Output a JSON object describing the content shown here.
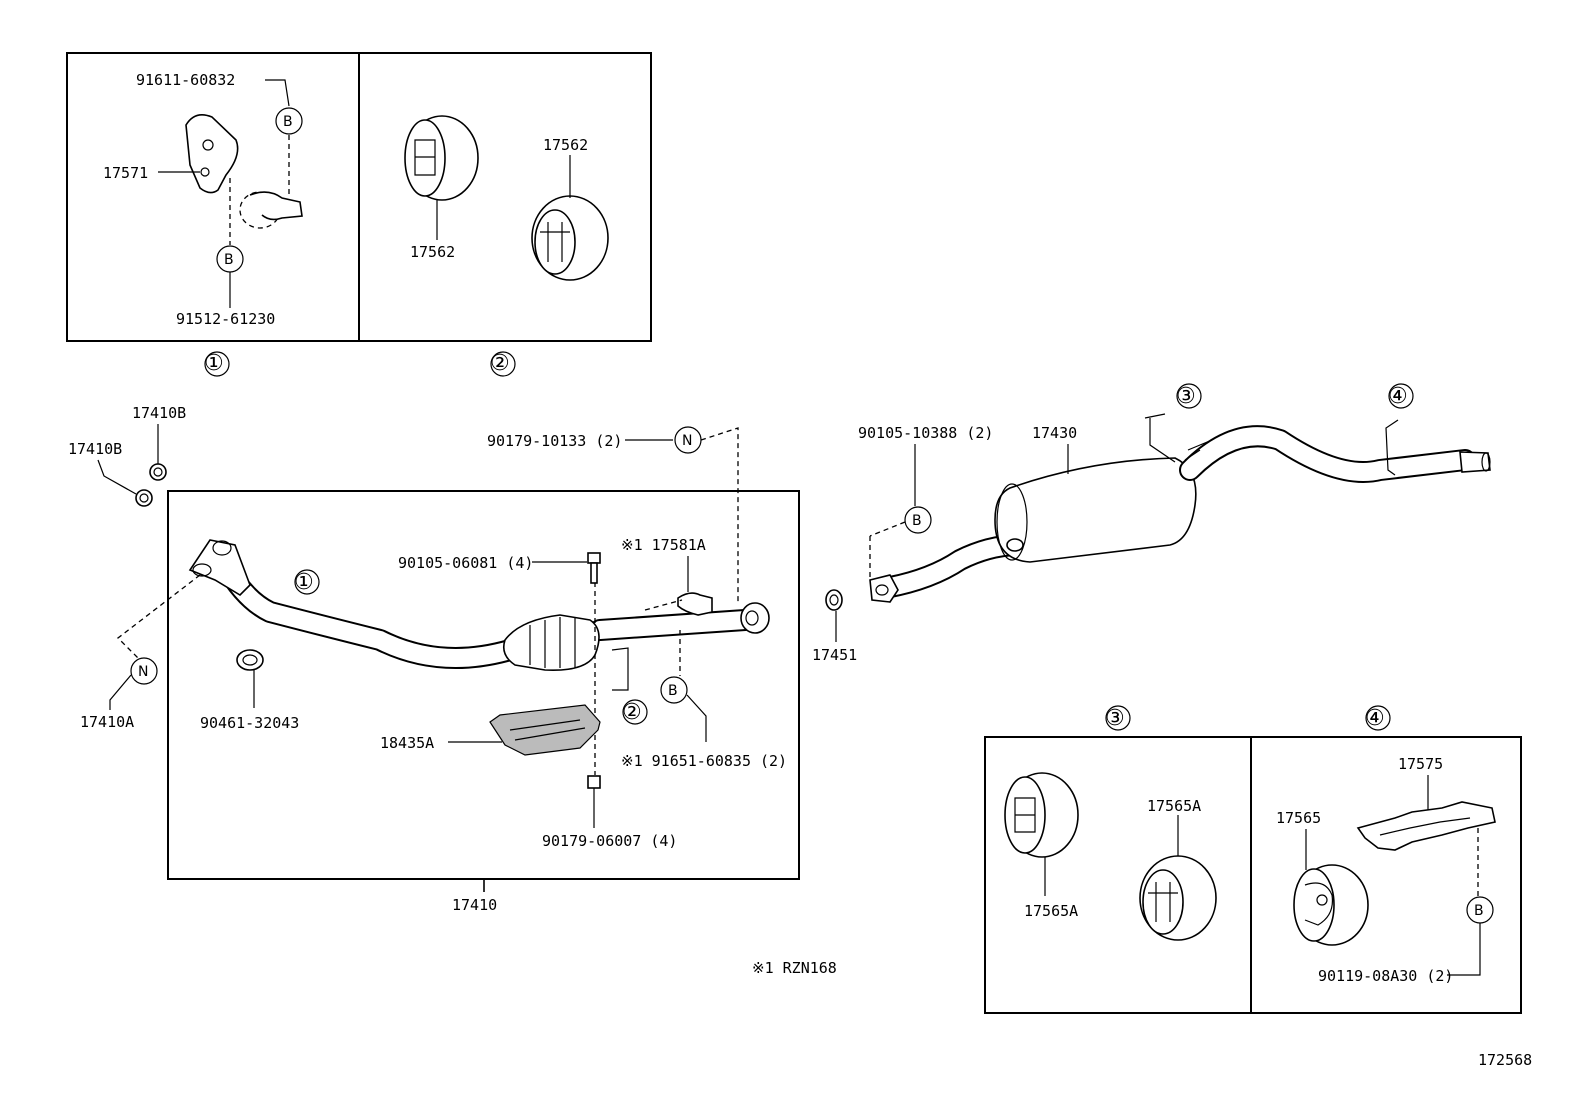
{
  "sections": {
    "s1": "①",
    "s2": "②",
    "s3": "③",
    "s4": "④"
  },
  "balloons": {
    "B": "B",
    "N": "N"
  },
  "parts": {
    "p_91611_60832": "91611-60832",
    "p_17571": "17571",
    "p_91512_61230": "91512-61230",
    "p_17562_a": "17562",
    "p_17562_b": "17562",
    "p_17410B_a": "17410B",
    "p_17410B_b": "17410B",
    "p_17410A": "17410A",
    "p_90179_10133": "90179-10133 (2)",
    "p_90105_06081": "90105-06081 (4)",
    "p_17581A": "※1 17581A",
    "p_90461_32043": "90461-32043",
    "p_18435A": "18435A",
    "p_91651_60835": "※1 91651-60835 (2)",
    "p_90179_06007": "90179-06007 (4)",
    "p_17410": "17410",
    "p_90105_10388": "90105-10388 (2)",
    "p_17430": "17430",
    "p_17451": "17451",
    "p_17565A_a": "17565A",
    "p_17565A_b": "17565A",
    "p_17565": "17565",
    "p_17575": "17575",
    "p_90119_08A30": "90119-08A30 (2)"
  },
  "note": "※1 RZN168",
  "illustration_number": "172568"
}
